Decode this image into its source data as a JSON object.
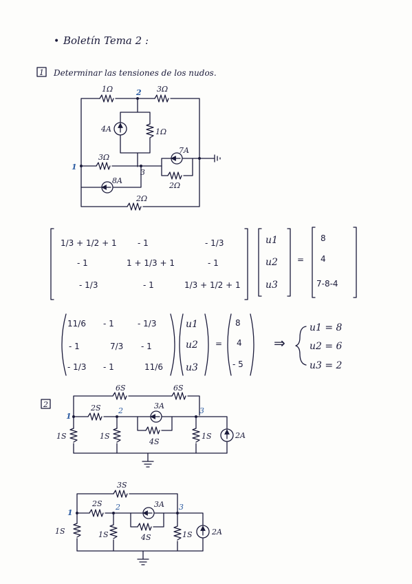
{
  "header": {
    "bullet": "•",
    "title": "Boletín Tema 2 :"
  },
  "problem1": {
    "number": "1",
    "statement": "Determinar las tensiones de los nudos.",
    "circuit": {
      "r_top_left": "1Ω",
      "r_top_right": "3Ω",
      "r_mid_vertical": "1Ω",
      "r_mid_left": "3Ω",
      "r_right_lower": "2Ω",
      "r_bottom": "2Ω",
      "i_4a": "4A",
      "i_7a": "7A",
      "i_8a": "8A",
      "node1": "1",
      "node2": "2",
      "node3": "3"
    },
    "matrix1": {
      "row1": {
        "c1": "1/3 + 1/2 + 1",
        "c2": "- 1",
        "c3": "- 1/3"
      },
      "row2": {
        "c1": "- 1",
        "c2": "1 + 1/3 + 1",
        "c3": "- 1"
      },
      "row3": {
        "c1": "- 1/3",
        "c2": "- 1",
        "c3": "1/3 + 1/2 + 1"
      },
      "unknowns": [
        "u1",
        "u2",
        "u3"
      ],
      "equals": "=",
      "rhs": [
        "8",
        "4",
        "7-8-4"
      ]
    },
    "matrix2": {
      "row1": {
        "c1": "11/6",
        "c2": "- 1",
        "c3": "- 1/3"
      },
      "row2": {
        "c1": "- 1",
        "c2": "7/3",
        "c3": "- 1"
      },
      "row3": {
        "c1": "- 1/3",
        "c2": "- 1",
        "c3": "11/6"
      },
      "unknowns": [
        "u1",
        "u2",
        "u3"
      ],
      "equals": "=",
      "rhs": [
        "8",
        "4",
        "- 5"
      ],
      "arrow": "⇒",
      "solution": [
        "u1 = 8",
        "u2 = 6",
        "u3 = 2"
      ]
    }
  },
  "problem2": {
    "number": "2",
    "circuit_a": {
      "g_top1": "6S",
      "g_top2": "6S",
      "g_12": "2S",
      "g_1": "1S",
      "g_2": "1S",
      "g_23": "4S",
      "g_3": "1S",
      "i_3a": "3A",
      "i_2a": "2A",
      "node1": "1",
      "node2": "2",
      "node3": "3"
    },
    "circuit_b": {
      "g_top": "3S",
      "g_12": "2S",
      "g_1": "1S",
      "g_2": "1S",
      "g_23": "4S",
      "g_3": "1S",
      "i_3a": "3A",
      "i_2a": "2A",
      "node1": "1",
      "node2": "2",
      "node3": "3"
    }
  }
}
